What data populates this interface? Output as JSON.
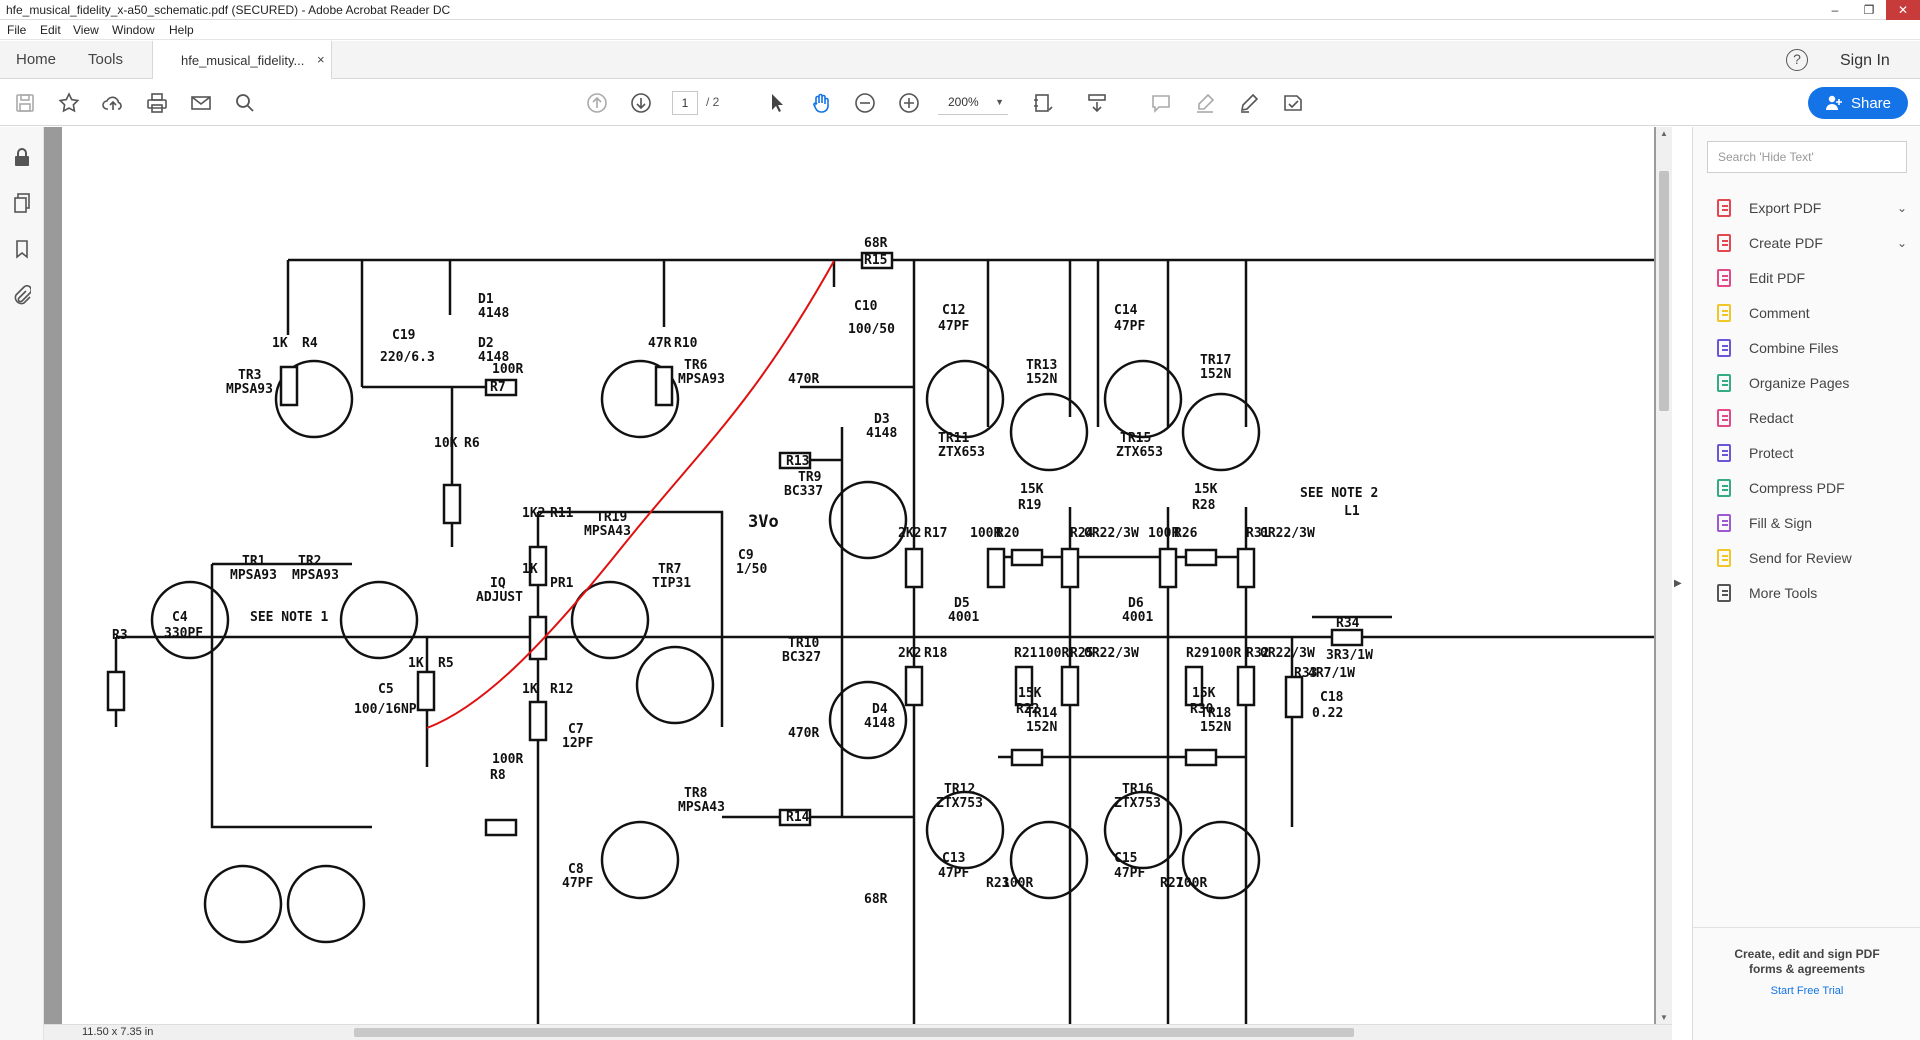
{
  "window": {
    "title": "hfe_musical_fidelity_x-a50_schematic.pdf (SECURED) - Adobe Acrobat Reader DC",
    "controls": [
      "–",
      "❐",
      "✕"
    ]
  },
  "menu": [
    "File",
    "Edit",
    "View",
    "Window",
    "Help"
  ],
  "tabs": {
    "home": "Home",
    "tools": "Tools",
    "document": "hfe_musical_fidelity...",
    "close": "×",
    "signin": "Sign In",
    "help": "?"
  },
  "toolbar": {
    "page_current": "1",
    "page_total": "/ 2",
    "zoom": "200%",
    "share": "Share"
  },
  "right_pane": {
    "search_placeholder": "Search 'Hide Text'",
    "tools": [
      {
        "label": "Export PDF",
        "icon": "export-pdf-icon",
        "color": "#e34850"
      },
      {
        "label": "Create PDF",
        "icon": "create-pdf-icon",
        "color": "#e34850"
      },
      {
        "label": "Edit PDF",
        "icon": "edit-pdf-icon",
        "color": "#e34889"
      },
      {
        "label": "Comment",
        "icon": "comment-icon",
        "color": "#f0c629"
      },
      {
        "label": "Combine Files",
        "icon": "combine-files-icon",
        "color": "#6c55d9"
      },
      {
        "label": "Organize Pages",
        "icon": "organize-pages-icon",
        "color": "#33ab84"
      },
      {
        "label": "Redact",
        "icon": "redact-icon",
        "color": "#e34889"
      },
      {
        "label": "Protect",
        "icon": "protect-icon",
        "color": "#6c55d9"
      },
      {
        "label": "Compress PDF",
        "icon": "compress-pdf-icon",
        "color": "#33ab84"
      },
      {
        "label": "Fill & Sign",
        "icon": "fill-sign-icon",
        "color": "#9c59d1"
      },
      {
        "label": "Send for Review",
        "icon": "send-review-icon",
        "color": "#f0c629"
      },
      {
        "label": "More Tools",
        "icon": "more-tools-icon",
        "color": "#555555"
      }
    ],
    "promo_line1": "Create, edit and sign PDF",
    "promo_line2": "forms & agreements",
    "promo_link": "Start Free Trial"
  },
  "status": {
    "page_size": "11.50 x 7.35 in"
  },
  "schematic": {
    "labels": [
      "68R",
      "R15",
      "D1",
      "4148",
      "D2",
      "4148",
      "C19",
      "220/6.3",
      "1K",
      "R4",
      "47R",
      "R10",
      "C10",
      "100/50",
      "C12",
      "47PF",
      "C14",
      "47PF",
      "TR3",
      "MPSA93",
      "100R",
      "R7",
      "TR6",
      "MPSA93",
      "470R",
      "R13",
      "TR11",
      "ZTX653",
      "TR13",
      "152N",
      "TR15",
      "ZTX653",
      "TR17",
      "152N",
      "10K",
      "R6",
      "D3",
      "4148",
      "TR9",
      "BC337",
      "1K2",
      "R11",
      "TR19",
      "MPSA43",
      "3Vo",
      "15K",
      "R19",
      "15K",
      "R28",
      "SEE NOTE 2",
      "L1",
      "TR1",
      "MPSA93",
      "TR2",
      "MPSA93",
      "SEE NOTE 1",
      "C4",
      "330PF",
      "R3",
      "IQ",
      "ADJUST",
      "1K",
      "PR1",
      "TR7",
      "TIP31",
      "C9",
      "1/50",
      "2K2",
      "R17",
      "100R",
      "R20",
      "R24",
      "0R22/3W",
      "100R",
      "R26",
      "R31",
      "0R22/3W",
      "D5",
      "4001",
      "D6",
      "4001",
      "R21",
      "100R",
      "R29",
      "100R",
      "R34",
      "3R3/1W",
      "1K",
      "R5",
      "C5",
      "100/16NP",
      "1K",
      "R12",
      "TR10",
      "BC327",
      "2K2",
      "R18",
      "R25",
      "0R22/3W",
      "R32",
      "0R22/3W",
      "R33",
      "4R7/1W",
      "15K",
      "R22",
      "15K",
      "R30",
      "C18",
      "0.22",
      "C7",
      "12PF",
      "D4",
      "4148",
      "470R",
      "R14",
      "TR12",
      "ZTX753",
      "TR14",
      "152N",
      "TR16",
      "ZTX753",
      "TR18",
      "152N",
      "100R",
      "R8",
      "TR8",
      "MPSA43",
      "C8",
      "47PF",
      "C13",
      "47PF",
      "R23",
      "100R",
      "C15",
      "47PF",
      "R27",
      "100R",
      "68R"
    ]
  }
}
